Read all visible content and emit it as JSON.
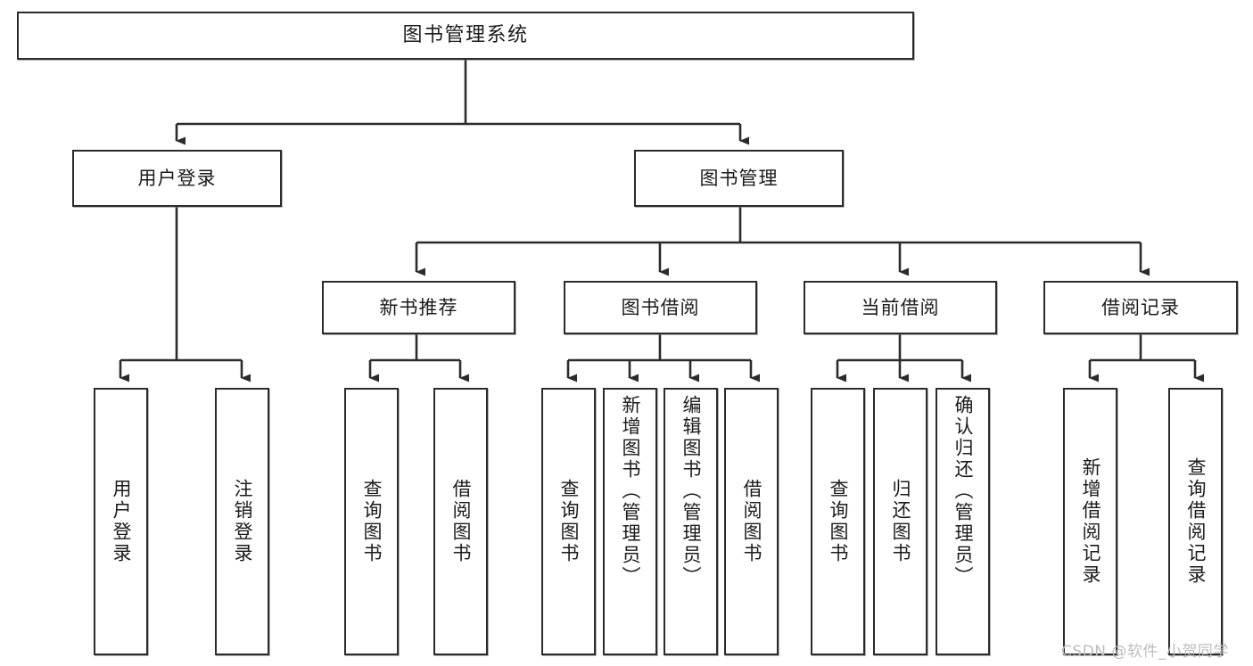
{
  "diagram": {
    "type": "tree",
    "title": "图书管理系统",
    "root": {
      "label": "图书管理系统"
    },
    "level2": [
      {
        "label": "用户登录"
      },
      {
        "label": "图书管理"
      }
    ],
    "level3": [
      {
        "label": "新书推荐"
      },
      {
        "label": "图书借阅"
      },
      {
        "label": "当前借阅"
      },
      {
        "label": "借阅记录"
      }
    ],
    "leaves": {
      "user_login": [
        {
          "label": "用户登录"
        },
        {
          "label": "注销登录"
        }
      ],
      "new_book_recommend": [
        {
          "label": "查询图书"
        },
        {
          "label": "借阅图书"
        }
      ],
      "book_borrow": [
        {
          "label": "查询图书"
        },
        {
          "label": "新增图书（管理员）"
        },
        {
          "label": "编辑图书（管理员）"
        },
        {
          "label": "借阅图书"
        }
      ],
      "current_borrow": [
        {
          "label": "查询图书"
        },
        {
          "label": "归还图书"
        },
        {
          "label": "确认归还（管理员）"
        }
      ],
      "borrow_record": [
        {
          "label": "新增借阅记录"
        },
        {
          "label": "查询借阅记录"
        }
      ]
    }
  },
  "watermark": {
    "text": "CSDN @软件_小贺同学"
  },
  "colors": {
    "background": "#ffffff",
    "box_border": "#2b2b2b",
    "box_fill": "#ffffff",
    "text": "#1b1b1b",
    "edge": "#2b2b2b",
    "watermark": "#bdbdbd"
  }
}
